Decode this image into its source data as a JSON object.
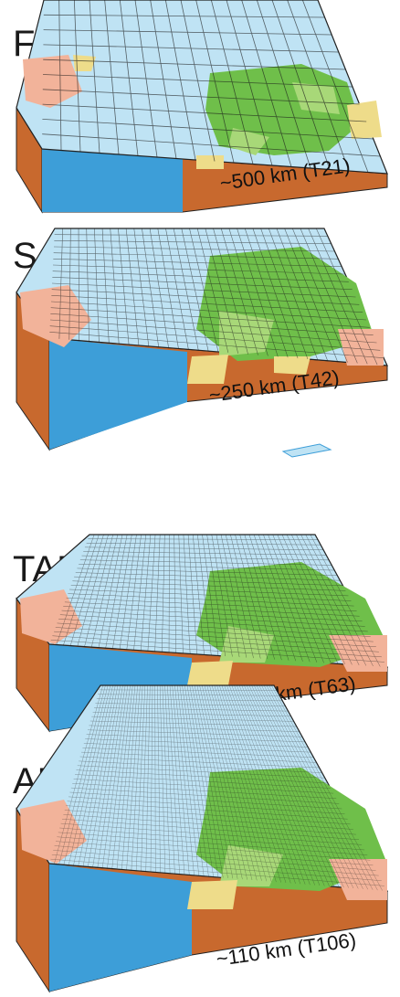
{
  "panels": [
    {
      "id": "far",
      "title": "FAR",
      "resolution_label": "~500 km (T21)"
    },
    {
      "id": "sar",
      "title": "SAR",
      "resolution_label": "~250 km (T42)"
    },
    {
      "id": "tar",
      "title": "TAR",
      "resolution_label": "~180 km (T63)"
    },
    {
      "id": "ar4",
      "title": "AR4",
      "resolution_label": "~110 km (T106)"
    }
  ],
  "colors": {
    "ocean_top": "#bfe3f4",
    "ocean_side": "#3d9ed8",
    "ocean_side_light": "#9fd6f2",
    "land_green": "#6fbf4a",
    "land_light_green": "#a8d878",
    "land_yellow": "#eedc8a",
    "land_pink": "#f2b39a",
    "slab_brown": "#c8692e",
    "grid_line": "#1a1a1a"
  }
}
